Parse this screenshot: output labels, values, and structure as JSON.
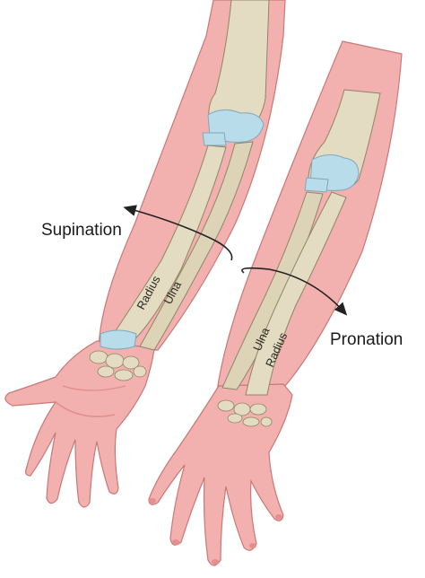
{
  "labels": {
    "supination": "Supination",
    "pronation": "Pronation",
    "left_radius": "Radius",
    "left_ulna": "Ulna",
    "right_ulna": "Ulna",
    "right_radius": "Radius"
  },
  "colors": {
    "skin": "#f2b0ae",
    "skin_dark": "#e68f8e",
    "skin_outline": "#c97877",
    "bone": "#e4dcc2",
    "bone_shadow": "#b8ad8c",
    "cartilage": "#b9dcea",
    "arrow": "#222222"
  }
}
